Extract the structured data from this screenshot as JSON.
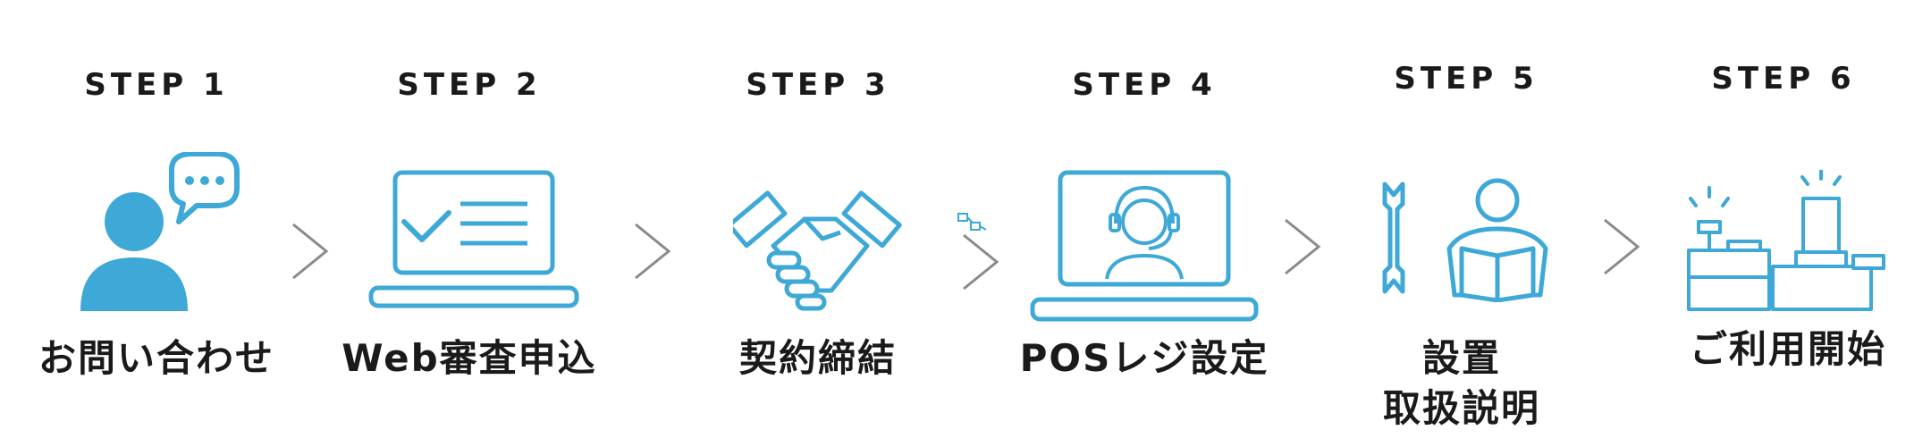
{
  "steps": [
    {
      "label": "STEP 1",
      "title": "お問い合わせ",
      "icon": "user-chat-icon"
    },
    {
      "label": "STEP 2",
      "title": "Web審査申込",
      "icon": "laptop-checklist-icon"
    },
    {
      "label": "STEP 3",
      "title": "契約締結",
      "icon": "handshake-icon"
    },
    {
      "label": "STEP 4",
      "title": "POSレジ設定",
      "icon": "laptop-headset-operator-icon"
    },
    {
      "label": "STEP 5",
      "title_lines": [
        "設置",
        "取扱説明"
      ],
      "icon": "wrench-person-manual-icon"
    },
    {
      "label": "STEP 6",
      "title": "ご利用開始",
      "icon": "pos-register-icon"
    }
  ],
  "colors": {
    "accent": "#3ea8d6",
    "arrow": "#8a8a8a",
    "text": "#1a1a1a"
  }
}
